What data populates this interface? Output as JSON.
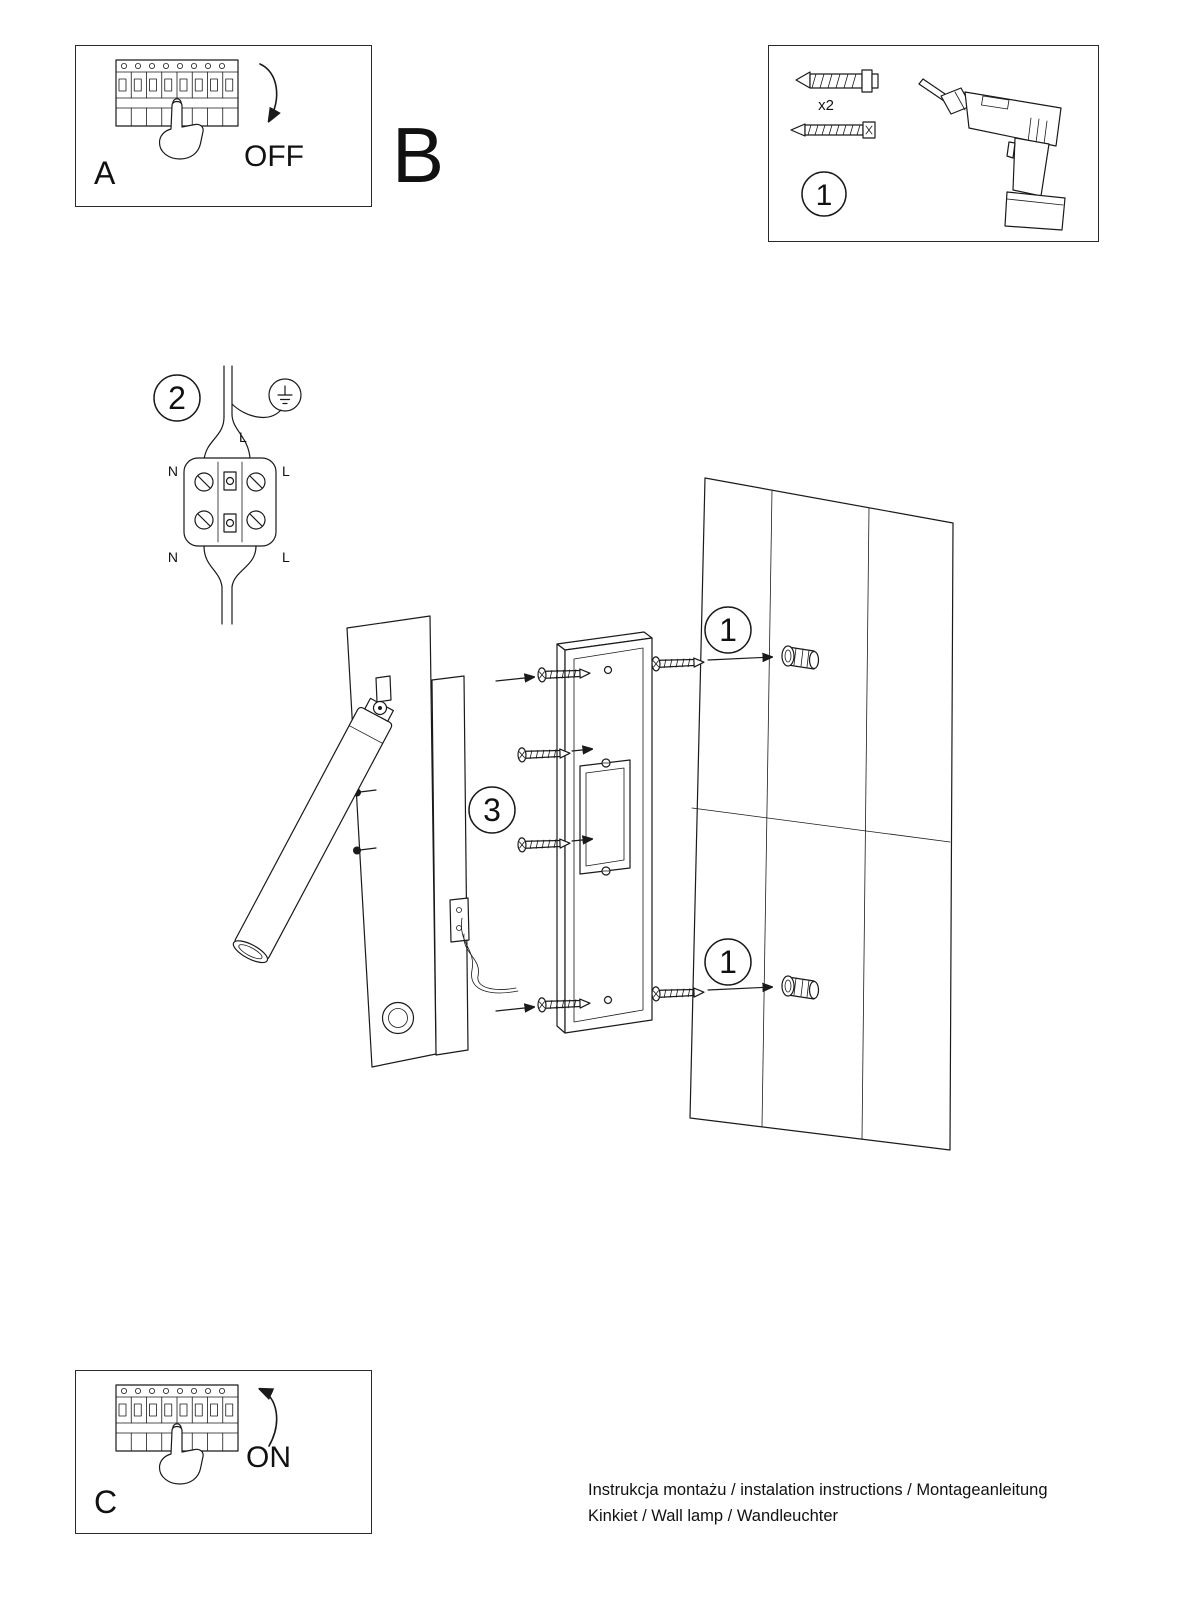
{
  "sections": {
    "a": {
      "label": "A",
      "state": "OFF"
    },
    "b": {
      "label": "B"
    },
    "c": {
      "label": "C",
      "state": "ON"
    }
  },
  "tools": {
    "step": "1",
    "anchor_quantity": "x2"
  },
  "wiring": {
    "step": "2",
    "labels": {
      "top_l": "L",
      "left_n": "N",
      "right_l": "L",
      "bottom_n": "N",
      "bottom_l": "L"
    }
  },
  "exploded": {
    "anchor_step": "1",
    "screw_step": "3"
  },
  "footer": {
    "line1": "Instrukcja montażu / instalation instructions / Montageanleitung",
    "line2": "Kinkiet / Wall lamp / Wandleuchter"
  }
}
